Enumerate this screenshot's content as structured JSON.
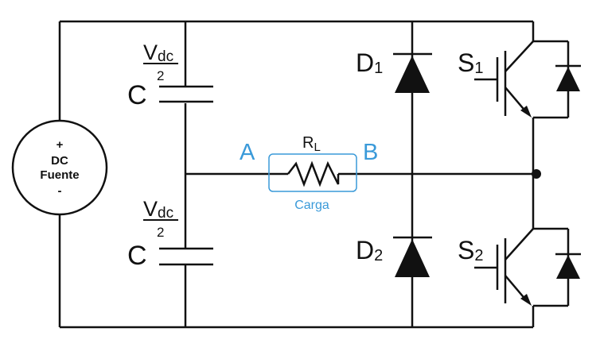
{
  "source": {
    "plus": "+",
    "line1": "DC",
    "line2": "Fuente",
    "minus": "-"
  },
  "capacitors": [
    {
      "label": "C",
      "value_num": "V",
      "value_sub": "dc",
      "value_den": "2"
    },
    {
      "label": "C",
      "value_num": "V",
      "value_sub": "dc",
      "value_den": "2"
    }
  ],
  "load": {
    "node_a": "A",
    "node_b": "B",
    "resistor": "R",
    "resistor_sub": "L",
    "caption": "Carga"
  },
  "diodes": [
    {
      "label": "D",
      "sub": "1"
    },
    {
      "label": "D",
      "sub": "2"
    }
  ],
  "switches": [
    {
      "label": "S",
      "sub": "1"
    },
    {
      "label": "S",
      "sub": "2"
    }
  ],
  "colors": {
    "wire": "#111111",
    "accent": "#3a9ad9",
    "background": "#ffffff"
  }
}
